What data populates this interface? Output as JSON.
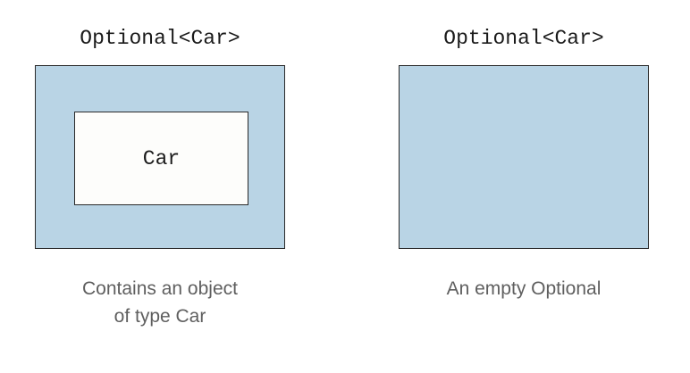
{
  "left": {
    "title": "Optional<Car>",
    "inner_label": "Car",
    "caption_line1": "Contains an object",
    "caption_line2": "of type Car"
  },
  "right": {
    "title": "Optional<Car>",
    "caption": "An empty Optional"
  },
  "colors": {
    "optional_fill": "#b9d4e5",
    "object_fill": "#fdfdfb",
    "border": "#2a2a2a",
    "caption_text": "#5f5f5f"
  }
}
